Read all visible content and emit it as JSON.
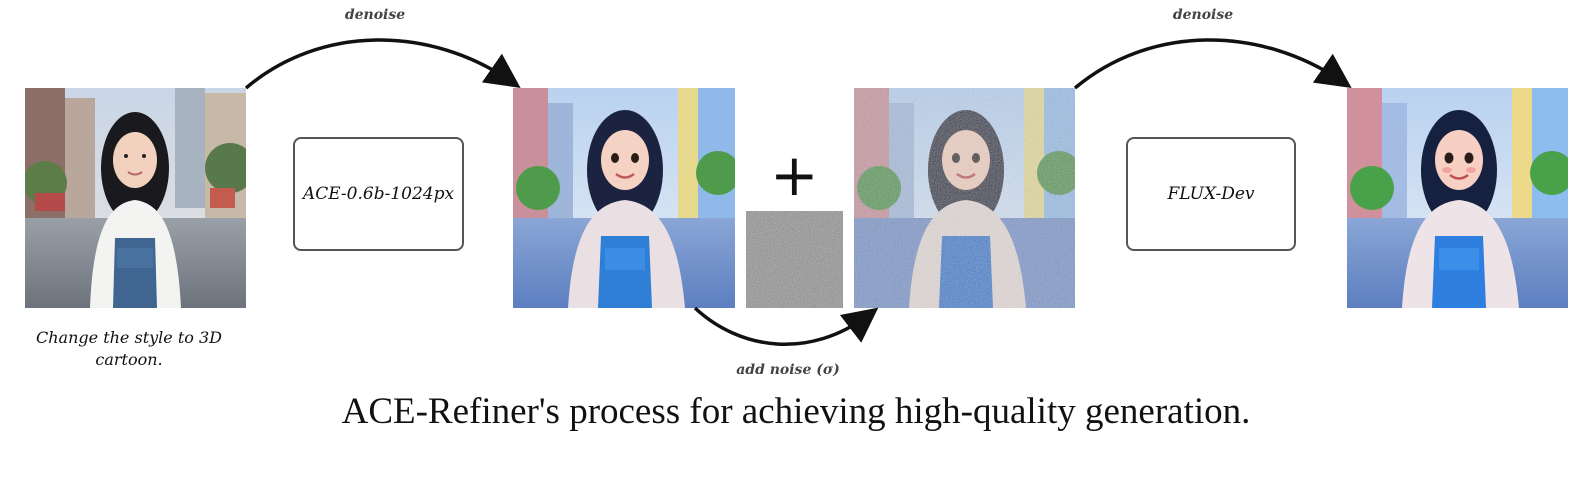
{
  "inputs": {
    "prompt": "Change the style to 3D cartoon."
  },
  "models": {
    "first": "ACE-0.6b-1024px",
    "second": "FLUX-Dev"
  },
  "steps": {
    "denoise_1": "denoise",
    "denoise_2": "denoise",
    "add_noise": "add noise (σ)"
  },
  "operator": "+",
  "caption": "ACE-Refiner's process for achieving high-quality generation.",
  "colors": {
    "box_border": "#555555",
    "arrow": "#111111",
    "noise_gray": "#808080"
  }
}
